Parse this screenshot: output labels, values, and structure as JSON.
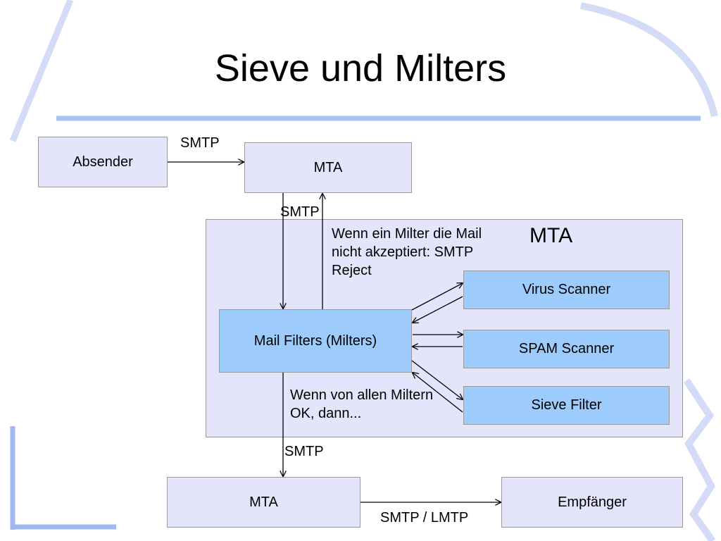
{
  "title": "Sieve und Milters",
  "nodes": {
    "absender": "Absender",
    "mta_top": "MTA",
    "mta_container": "MTA",
    "mail_filters": "Mail Filters (Milters)",
    "virus_scanner": "Virus Scanner",
    "spam_scanner": "SPAM Scanner",
    "sieve_filter": "Sieve Filter",
    "mta_bottom": "MTA",
    "empfaenger": "Empfänger"
  },
  "edges": {
    "absender_to_mta": "SMTP",
    "mta_to_filters": "SMTP",
    "filters_to_mta_bottom": "SMTP",
    "mta_to_empfaenger": "SMTP / LMTP"
  },
  "notes": {
    "reject": "Wenn ein Milter die Mail nicht akzeptiert: SMTP Reject",
    "ok": "Wenn von allen Miltern OK, dann..."
  },
  "colors": {
    "lavender_box": "#e4e4fb",
    "blue_box": "#9dcbfb",
    "decoration": "#c9d4f5"
  }
}
